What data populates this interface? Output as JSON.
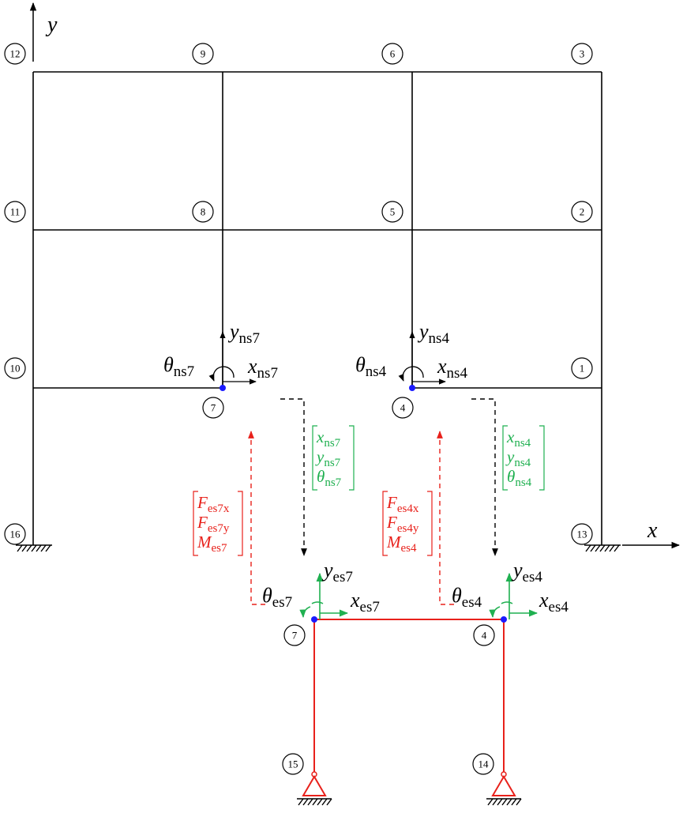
{
  "axes": {
    "x_label": "x",
    "y_label": "y"
  },
  "nodes_upper": [
    {
      "id": "12"
    },
    {
      "id": "9"
    },
    {
      "id": "6"
    },
    {
      "id": "3"
    },
    {
      "id": "11"
    },
    {
      "id": "8"
    },
    {
      "id": "5"
    },
    {
      "id": "2"
    },
    {
      "id": "10"
    },
    {
      "id": "7"
    },
    {
      "id": "4"
    },
    {
      "id": "1"
    },
    {
      "id": "16"
    },
    {
      "id": "13"
    }
  ],
  "nodes_lower": [
    {
      "id": "7"
    },
    {
      "id": "4"
    },
    {
      "id": "15"
    },
    {
      "id": "14"
    }
  ],
  "dof_labels": {
    "ns7": {
      "x": "x",
      "x_sub": "ns7",
      "y": "y",
      "y_sub": "ns7",
      "theta": "θ",
      "theta_sub": "ns7"
    },
    "ns4": {
      "x": "x",
      "x_sub": "ns4",
      "y": "y",
      "y_sub": "ns4",
      "theta": "θ",
      "theta_sub": "ns4"
    },
    "es7": {
      "x": "x",
      "x_sub": "es7",
      "y": "y",
      "y_sub": "es7",
      "theta": "θ",
      "theta_sub": "es7"
    },
    "es4": {
      "x": "x",
      "x_sub": "es4",
      "y": "y",
      "y_sub": "es4",
      "theta": "θ",
      "theta_sub": "es4"
    }
  },
  "displacement_vectors": {
    "n7": [
      {
        "sym": "x",
        "sub": "ns7"
      },
      {
        "sym": "y",
        "sub": "ns7"
      },
      {
        "sym": "θ",
        "sub": "ns7"
      }
    ],
    "n4": [
      {
        "sym": "x",
        "sub": "ns4"
      },
      {
        "sym": "y",
        "sub": "ns4"
      },
      {
        "sym": "θ",
        "sub": "ns4"
      }
    ]
  },
  "force_vectors": {
    "n7": [
      {
        "sym": "F",
        "sub": "es7",
        "sub_it": "x"
      },
      {
        "sym": "F",
        "sub": "es7",
        "sub_it": "y"
      },
      {
        "sym": "M",
        "sub": "es7",
        "sub_it": ""
      }
    ],
    "n4": [
      {
        "sym": "F",
        "sub": "es4",
        "sub_it": "x"
      },
      {
        "sym": "F",
        "sub": "es4",
        "sub_it": "y"
      },
      {
        "sym": "M",
        "sub": "es4",
        "sub_it": ""
      }
    ]
  },
  "colors": {
    "frame": "#000000",
    "substructure": "#e8211b",
    "displacement": "#1fb050",
    "force": "#e8211b",
    "node_dot": "#1a1aff"
  }
}
